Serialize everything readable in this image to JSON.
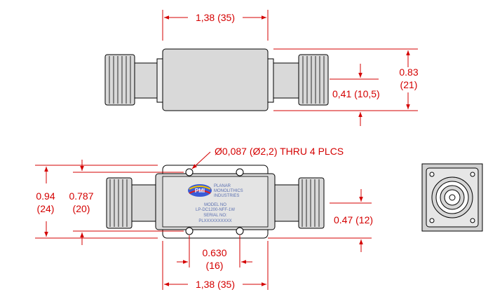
{
  "dimensions": {
    "top_length": "1,38 (35)",
    "height_083": "0.83",
    "height_083_mm": "(21)",
    "offset_041": "0,41 (10,5)",
    "hole_callout": "Ø0,087 (Ø2,2) THRU 4 PLCS",
    "height_094": "0.94",
    "height_094_mm": "(24)",
    "height_0787": "0.787",
    "height_0787_mm": "(20)",
    "offset_047": "0.47 (12)",
    "spacing_0630": "0.630",
    "spacing_0630_mm": "(16)",
    "bottom_length": "1,38 (35)"
  },
  "label": {
    "company_line1": "PLANAR",
    "company_line2": "MONOLITHICS",
    "company_line3": "INDUSTRIES",
    "model_caption": "MODEL NO",
    "model_number": "LP-DC1200-NFF-1W",
    "serial_caption": "SERIAL NO:",
    "serial_number": "PLXXXXXXXXXX",
    "logo_text": "PMI"
  },
  "colors": {
    "dimension_red": "#d40000",
    "body_gray": "#d9d9d9",
    "label_blue": "#5a6fb0",
    "logo_blue": "#3b5bd6",
    "logo_red": "#e02020",
    "logo_yellow": "#f2c200"
  }
}
